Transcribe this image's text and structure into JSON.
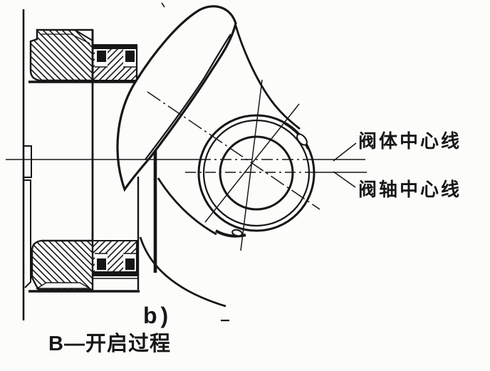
{
  "page": {
    "background": "#fcfcfa",
    "ink": "#161616"
  },
  "annotations": {
    "valve_body_centerline": "阀体中心线",
    "valve_shaft_centerline": "阀轴中心线"
  },
  "captions": {
    "subfigure": "b)",
    "title": "B—开启过程"
  }
}
